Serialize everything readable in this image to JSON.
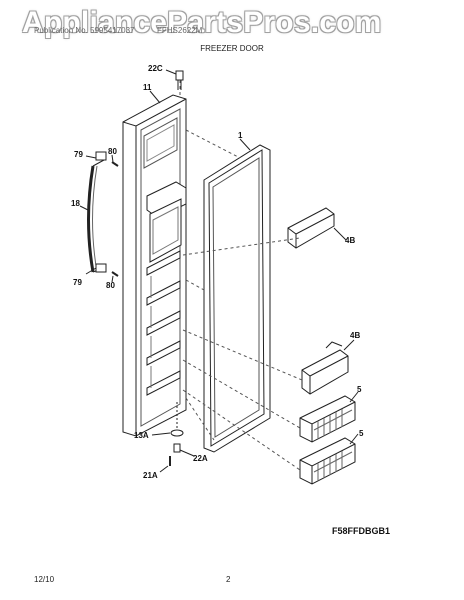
{
  "watermark": "AppliancePartsPros.com",
  "header": {
    "publication": "Publication No. 5995417037",
    "model": "FFHS2622M",
    "section": "FREEZER DOOR"
  },
  "callouts": {
    "c22C": "22C",
    "c11": "11",
    "c1": "1",
    "c79a": "79",
    "c80a": "80",
    "c18": "18",
    "c79b": "79",
    "c80b": "80",
    "c4Ba": "4B",
    "c4Bb": "4B",
    "c5a": "5",
    "c5b": "5",
    "c13A": "13A",
    "c22A": "22A",
    "c21A": "21A"
  },
  "drawing_id": "F58FFDBGB1",
  "footer": {
    "date": "12/10",
    "page": "2"
  }
}
